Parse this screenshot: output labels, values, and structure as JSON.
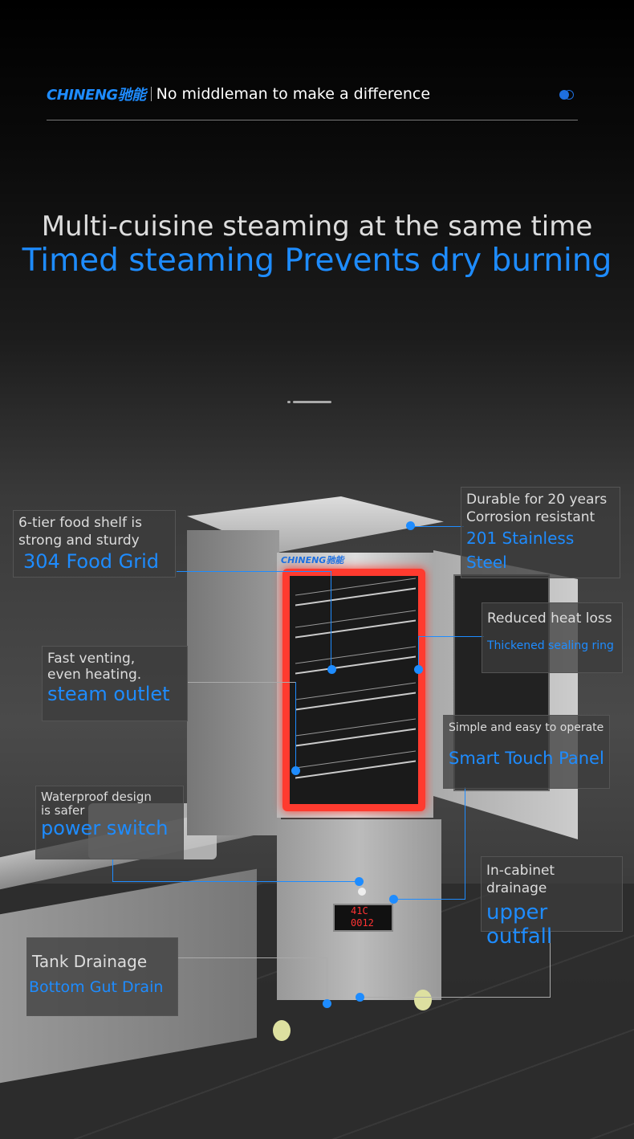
{
  "header": {
    "brand": "CHINENG驰能",
    "slogan": "No middleman to make a difference"
  },
  "headline": {
    "line1": "Multi-cuisine steaming at the same time",
    "line2": "Timed steaming Prevents dry burning"
  },
  "machine": {
    "brand": "CHINENG驰能",
    "display": {
      "temp": "41C",
      "time": "0012"
    }
  },
  "callouts": [
    {
      "id": "food-grid",
      "desc": "6-tier food shelf is strong and sturdy",
      "title": "304 Food Grid"
    },
    {
      "id": "stainless",
      "desc1": "Durable for 20 years",
      "desc2": "Corrosion resistant",
      "title": "201 Stainless Steel"
    },
    {
      "id": "sealing",
      "desc": "Reduced heat loss",
      "title": "Thickened sealing ring"
    },
    {
      "id": "steam",
      "desc1": "Fast venting,",
      "desc2": "even heating.",
      "title": "steam outlet"
    },
    {
      "id": "panel",
      "desc": "Simple and easy to operate",
      "title": "Smart Touch Panel"
    },
    {
      "id": "power",
      "desc1": "Waterproof design",
      "desc2": "is safer",
      "title": "power switch"
    },
    {
      "id": "upper",
      "desc": "In-cabinet drainage",
      "title": "upper outfall"
    },
    {
      "id": "tank",
      "desc": "Tank Drainage",
      "title": "Bottom Gut Drain"
    }
  ],
  "colors": {
    "accent": "#1e8cff",
    "seal": "#ff3b2f"
  }
}
